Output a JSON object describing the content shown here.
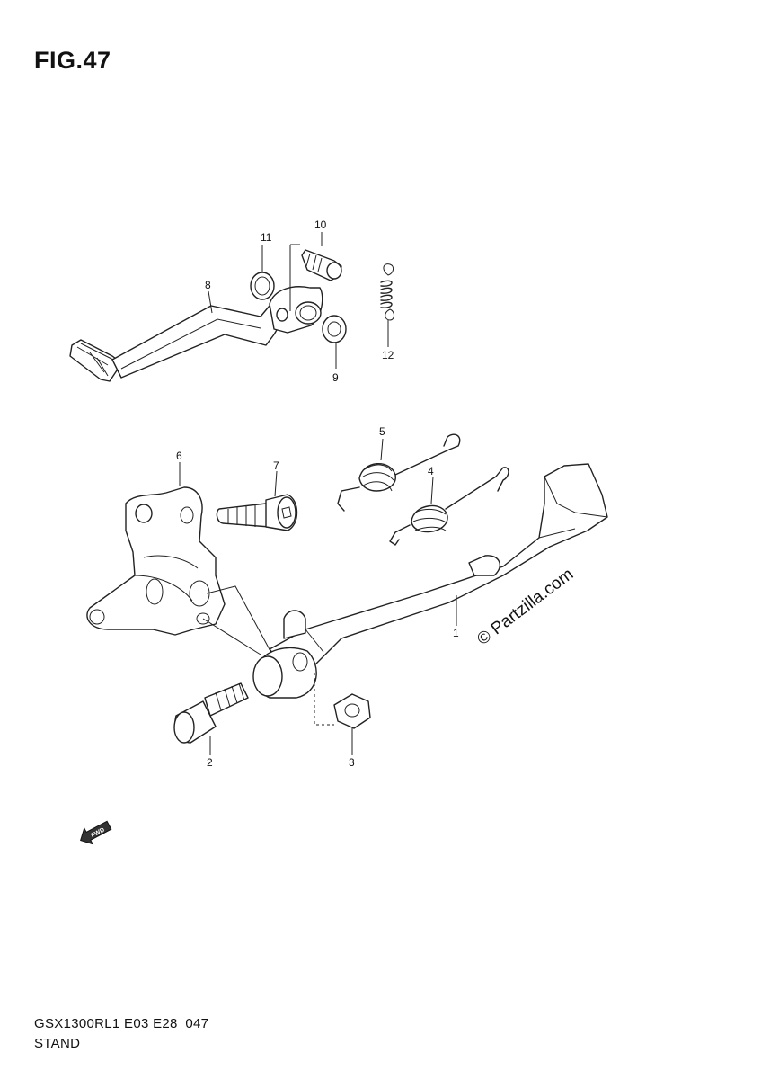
{
  "figure": {
    "title": "FIG.47"
  },
  "callouts": {
    "c1": "1",
    "c2": "2",
    "c3": "3",
    "c4": "4",
    "c5": "5",
    "c6": "6",
    "c7": "7",
    "c8": "8",
    "c9": "9",
    "c10": "10",
    "c11": "11",
    "c12": "12"
  },
  "watermark": "© Partzilla.com",
  "arrow_label": "FWD",
  "footer": {
    "code": "GSX1300RL1 E03 E28_047",
    "name": "STAND"
  }
}
